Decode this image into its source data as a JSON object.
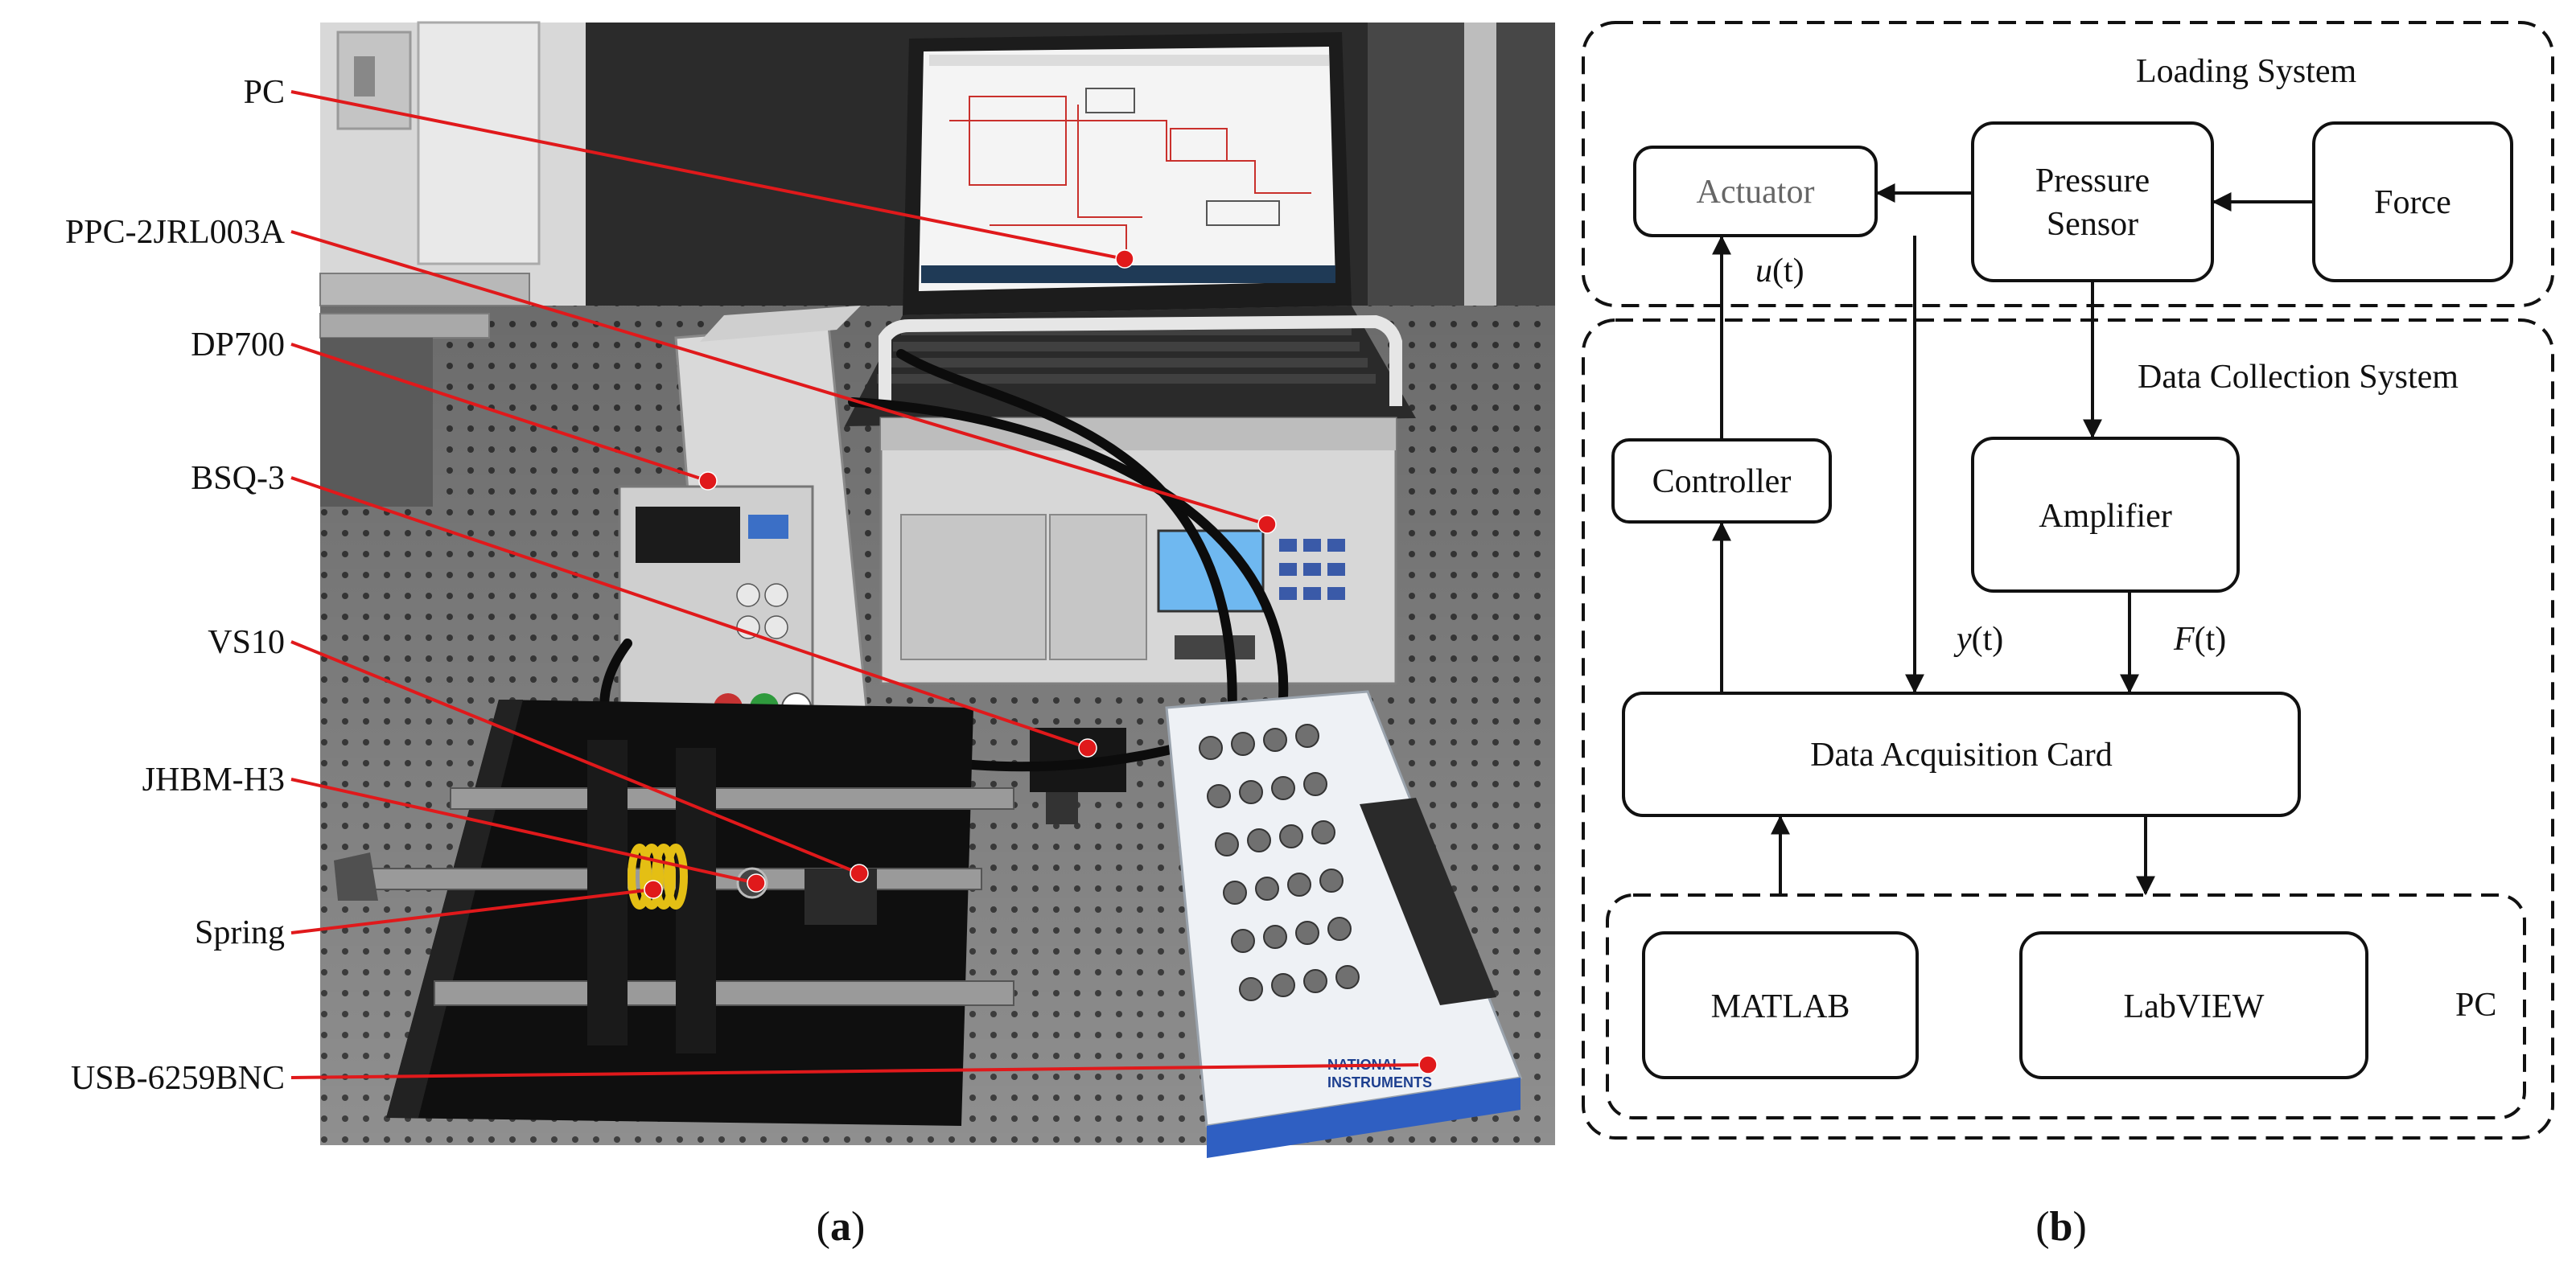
{
  "panel_a": {
    "caption_letter": "a",
    "labels": [
      {
        "text": "PC"
      },
      {
        "text": "PPC-2JRL003A"
      },
      {
        "text": "DP700"
      },
      {
        "text": "BSQ-3"
      },
      {
        "text": "VS10"
      },
      {
        "text": "JHBM-H3"
      },
      {
        "text": "Spring"
      },
      {
        "text": "USB-6259BNC"
      }
    ],
    "brand_text": [
      "NATIONAL",
      "INSTRUMENTS"
    ],
    "colors": {
      "leader": "#e0191b"
    }
  },
  "panel_b": {
    "caption_letter": "b",
    "loading_system": {
      "title": "Loading System",
      "actuator": "Actuator",
      "pressure_sensor": [
        "Pressure",
        "Sensor"
      ],
      "force": "Force"
    },
    "data_collection_system": {
      "title": "Data Collection System",
      "controller": "Controller",
      "amplifier": "Amplifier",
      "daq_card": "Data Acquisition Card"
    },
    "pc_group": {
      "title": "PC",
      "matlab": "MATLAB",
      "labview": "LabVIEW"
    },
    "signals": {
      "u": {
        "var": "u",
        "arg": "(t)"
      },
      "y": {
        "var": "y",
        "arg": "(t)"
      },
      "f": {
        "var": "F",
        "arg": "(t)"
      }
    }
  }
}
